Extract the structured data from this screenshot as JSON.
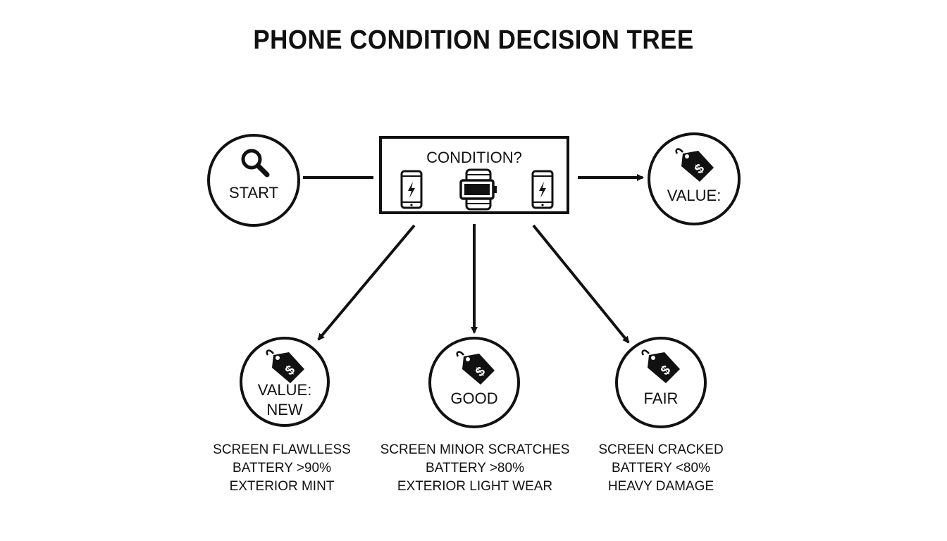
{
  "title": "PHONE CONDITION DECISION TREE",
  "nodes": {
    "start": {
      "label": "START",
      "icon": "magnifier-icon"
    },
    "condition": {
      "label": "CONDITION?",
      "icons": [
        "phone-charging-icon",
        "battery-icon",
        "phone-charging-icon"
      ]
    },
    "value": {
      "label": "VALUE:",
      "icon": "price-tag-icon"
    },
    "new": {
      "line1": "VALUE:",
      "line2": "NEW",
      "icon": "price-tag-icon"
    },
    "good": {
      "label": "GOOD",
      "icon": "price-tag-icon"
    },
    "fair": {
      "label": "FAIR",
      "icon": "price-tag-icon"
    }
  },
  "criteria": {
    "new": [
      "SCREEN FLAWLLESS",
      "BATTERY >90%",
      "EXTERIOR MINT"
    ],
    "good": [
      "SCREEN MINOR SCRATCHES",
      "BATTERY >80%",
      "EXTERIOR LIGHT WEAR"
    ],
    "fair": [
      "SCREEN CRACKED",
      "BATTERY <80%",
      "HEAVY DAMAGE"
    ]
  },
  "colors": {
    "ink": "#111111",
    "background": "#ffffff"
  }
}
